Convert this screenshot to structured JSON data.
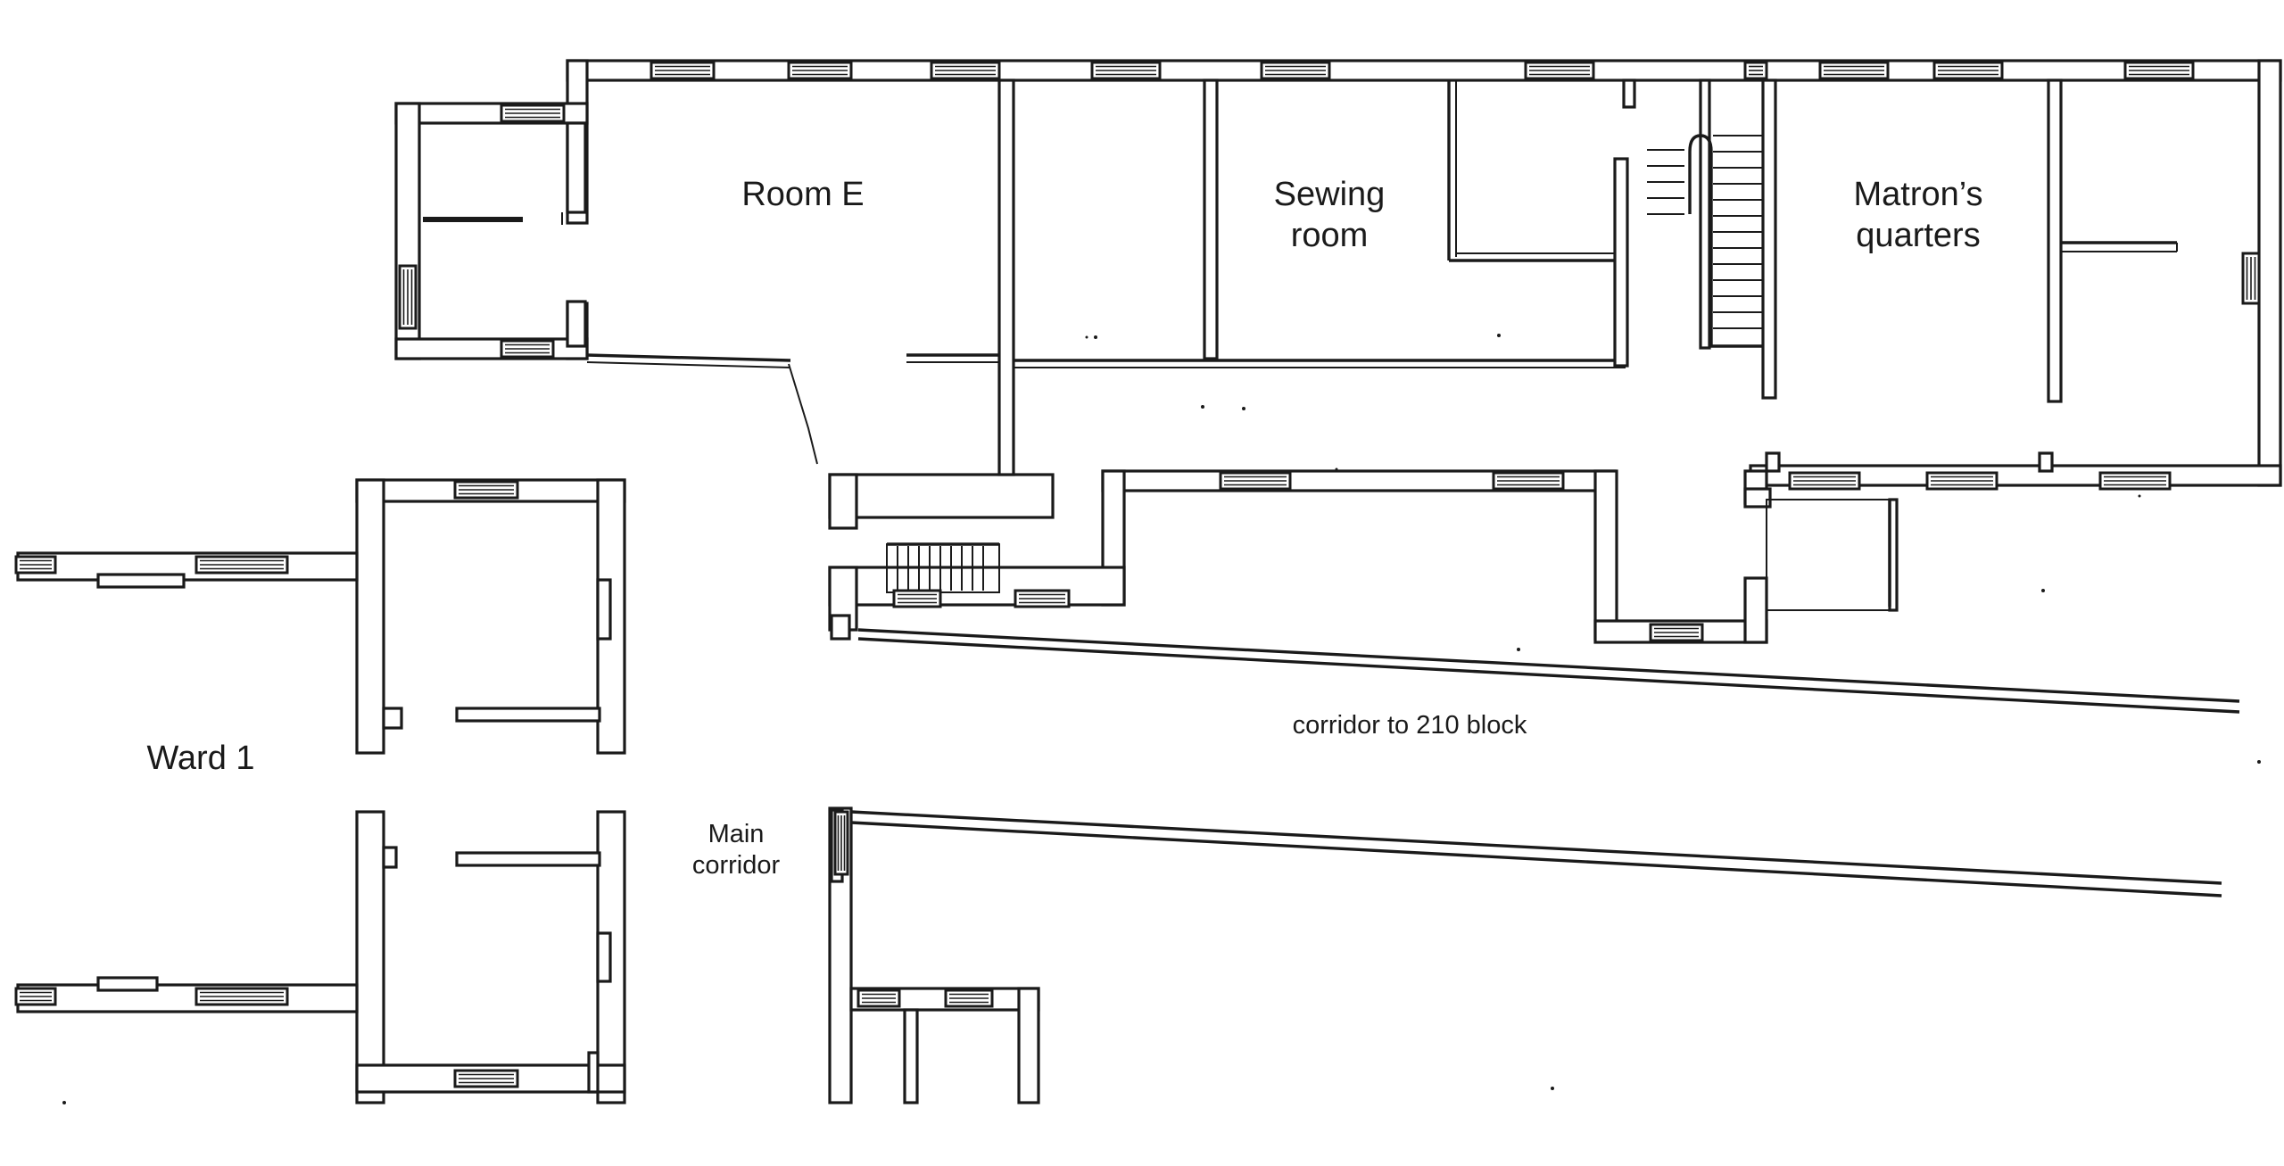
{
  "rooms": {
    "room_e": "Room E",
    "sewing_room": "Sewing\nroom",
    "matrons_quarters": "Matron’s\nquarters",
    "ward_1": "Ward 1"
  },
  "corridors": {
    "main_corridor": "Main\ncorridor",
    "corridor_210": "corridor to 210 block"
  },
  "colors": {
    "ink": "#1a1a1a",
    "paper": "#ffffff"
  }
}
